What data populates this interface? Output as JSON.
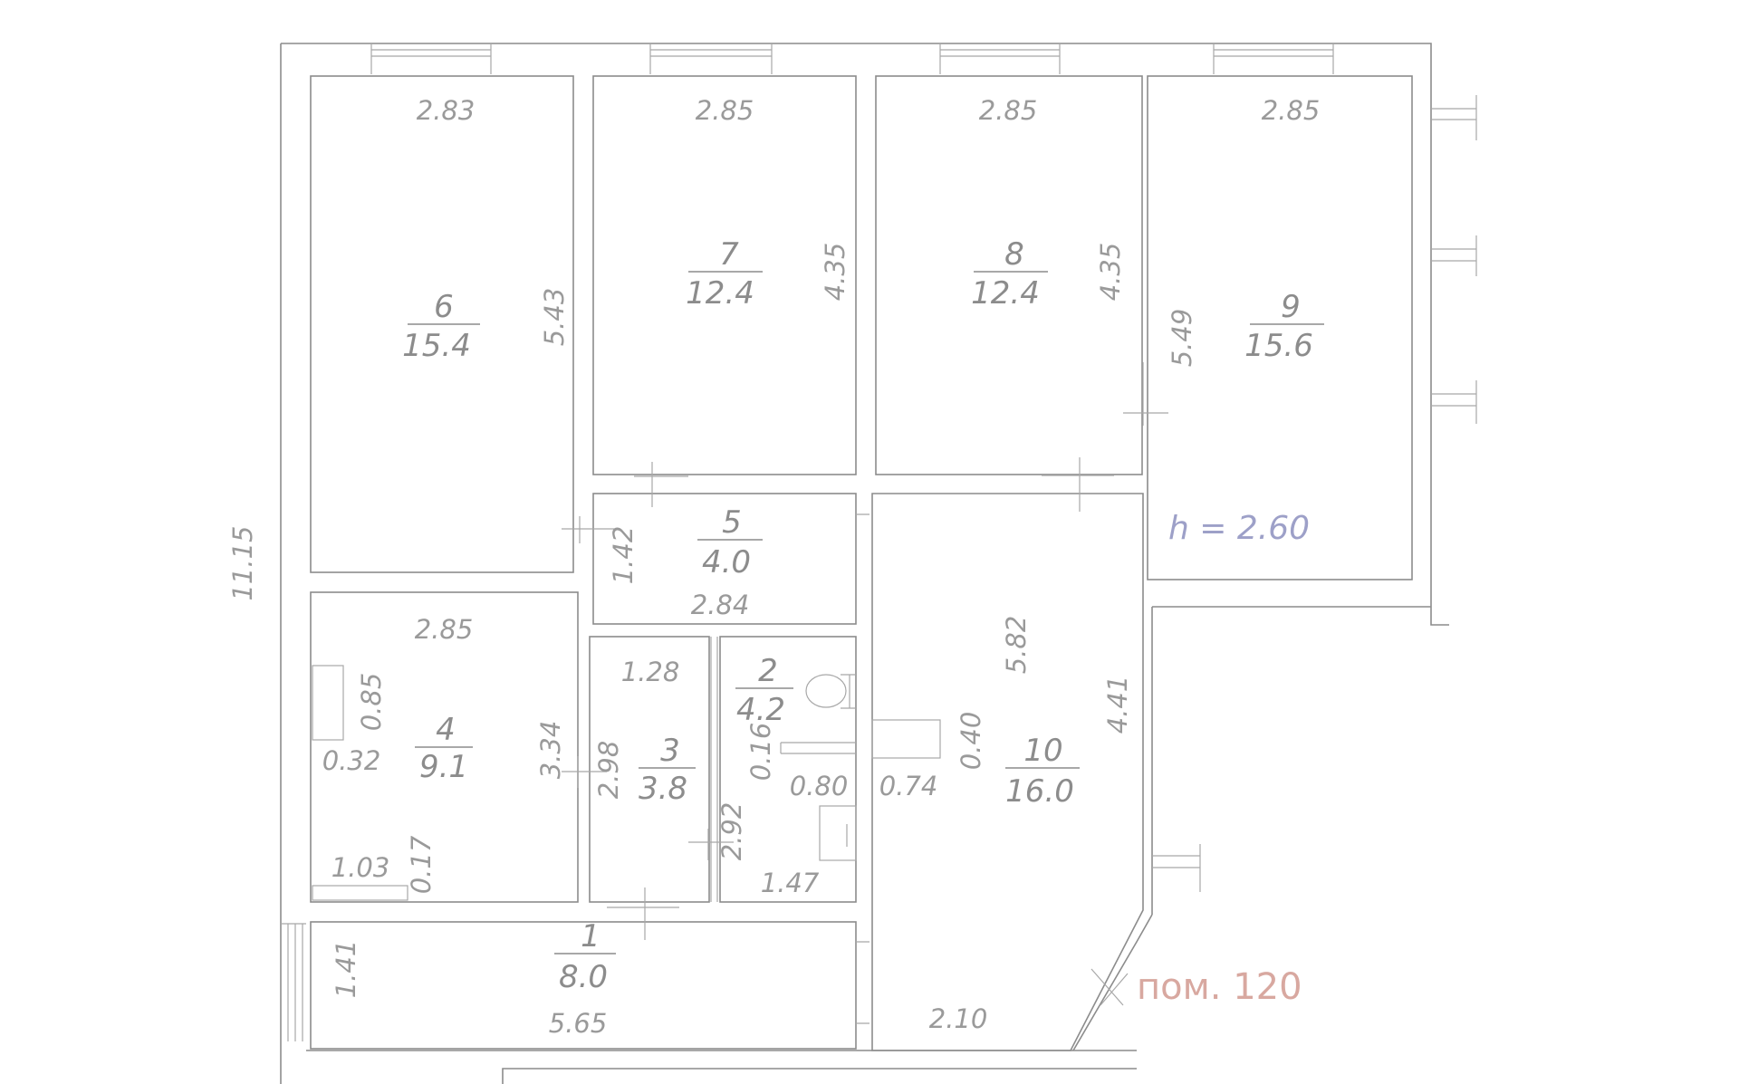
{
  "colors": {
    "wall": "#8c8c8c",
    "dim_text": "#9a9a9a",
    "ceiling_note": "#9da0c8",
    "room_ref": "#d8a8a0"
  },
  "rooms": [
    {
      "num": "1",
      "area": "8.0"
    },
    {
      "num": "2",
      "area": "4.2"
    },
    {
      "num": "3",
      "area": "3.8"
    },
    {
      "num": "4",
      "area": "9.1"
    },
    {
      "num": "5",
      "area": "4.0"
    },
    {
      "num": "6",
      "area": "15.4"
    },
    {
      "num": "7",
      "area": "12.4"
    },
    {
      "num": "8",
      "area": "12.4"
    },
    {
      "num": "9",
      "area": "15.6"
    },
    {
      "num": "10",
      "area": "16.0"
    }
  ],
  "dims": {
    "r6_w": "2.83",
    "r6_h": "5.43",
    "r7_w": "2.85",
    "r7_h": "4.35",
    "r8_w": "2.85",
    "r8_h": "4.35",
    "r9_w": "2.85",
    "r9_h": "5.49",
    "r5_w": "2.84",
    "r5_h": "1.42",
    "r4_w": "2.85",
    "r4_h": "3.34",
    "r4_a": "0.85",
    "r4_b": "0.32",
    "r4_c": "1.03",
    "r4_d": "0.17",
    "r3_w": "1.28",
    "r3_h": "2.98",
    "r2_h": "2.92",
    "r2_a": "0.16",
    "r2_b": "0.80",
    "r2_w": "1.47",
    "r10_a": "5.82",
    "r10_b": "4.41",
    "r10_c": "0.40",
    "r10_d": "0.74",
    "r10_w": "2.10",
    "r1_w": "5.65",
    "r1_h": "1.41",
    "total_h": "11.15"
  },
  "ceiling_height": "h = 2.60",
  "room_ref": "пом. 120"
}
